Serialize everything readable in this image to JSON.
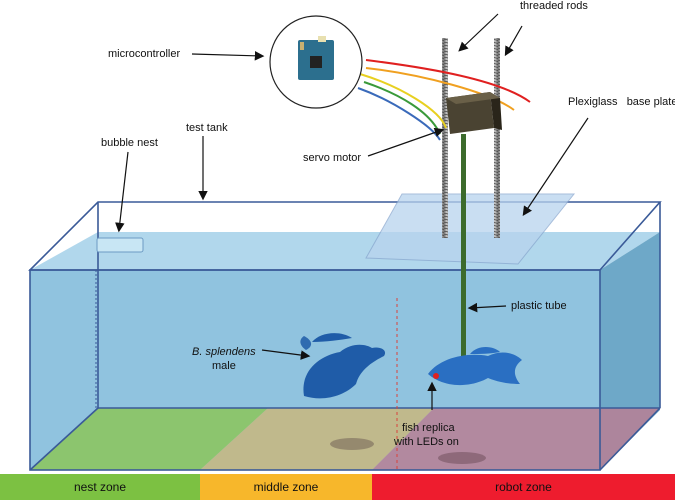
{
  "labels": {
    "threaded_rods": "threaded rods",
    "microcontroller": "microcontroller",
    "plexiglass_base_plate": "Plexiglass   base plate",
    "test_tank": "test tank",
    "bubble_nest": "bubble nest",
    "servo_motor": "servo motor",
    "plastic_tube": "plastic tube",
    "fish_male_line1": "B. splendens",
    "fish_male_line2": "male",
    "fish_replica_line1": "fish replica",
    "fish_replica_line2": "with LEDs on"
  },
  "zones": [
    {
      "label": "nest zone",
      "color": "#7cc142"
    },
    {
      "label": "middle zone",
      "color": "#f7b72b"
    },
    {
      "label": "robot zone",
      "color": "#ee1c2e"
    }
  ],
  "colors": {
    "water": "#7db9d9",
    "tank_outline": "#3a5a98",
    "fish": "#1f5ca8",
    "servo": "#3f3a2c",
    "board": "#2c6f8e"
  }
}
